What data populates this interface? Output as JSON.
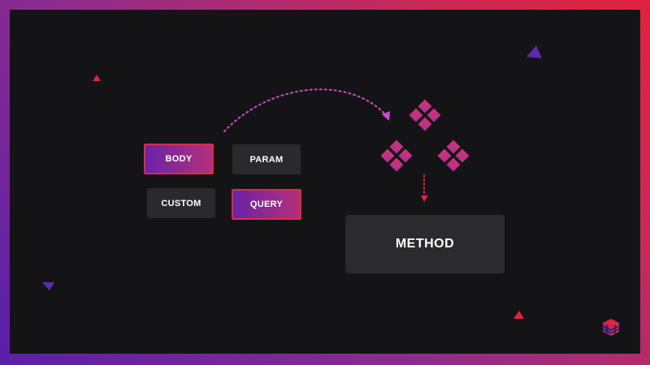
{
  "colors": {
    "accent_magenta": "#c0307a",
    "accent_red": "#e2223f",
    "accent_purple": "#5a1fa8",
    "chip_plain": "#2a2a2c",
    "method_box": "#2b2b2d",
    "background": "#141416"
  },
  "chips": [
    {
      "id": "body",
      "label": "BODY",
      "active": true
    },
    {
      "id": "param",
      "label": "PARAM",
      "active": false
    },
    {
      "id": "custom",
      "label": "CUSTOM",
      "active": false
    },
    {
      "id": "query",
      "label": "QUERY",
      "active": true
    }
  ],
  "target": {
    "label": "METHOD"
  },
  "icons": {
    "decorator_cluster": "diamond-cluster-icon",
    "logo": "cube-logo-icon",
    "decorations": "triangle-icon"
  }
}
